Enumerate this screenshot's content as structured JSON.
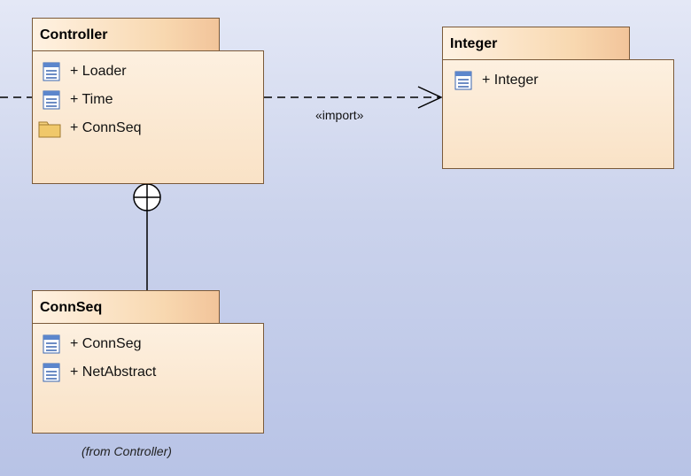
{
  "packages": {
    "controller": {
      "title": "Controller",
      "members": [
        "+ Loader",
        "+ Time",
        "+ ConnSeq"
      ],
      "member_icons": [
        "class-icon",
        "class-icon",
        "package-icon"
      ]
    },
    "integer": {
      "title": "Integer",
      "members": [
        "+ Integer"
      ],
      "member_icons": [
        "class-icon"
      ]
    },
    "connseq": {
      "title": "ConnSeq",
      "members": [
        "+ ConnSeg",
        "+ NetAbstract"
      ],
      "member_icons": [
        "class-icon",
        "class-icon"
      ],
      "from_label": "(from Controller)"
    }
  },
  "connectors": {
    "import_label": "«import»"
  },
  "colors": {
    "border": "#7a5a3a",
    "tab_start": "#fff2e2",
    "tab_end": "#f2c49a",
    "body_fill": "#f9e2c6",
    "class_icon": "#3a66b0",
    "package_icon": "#f0c86a"
  }
}
